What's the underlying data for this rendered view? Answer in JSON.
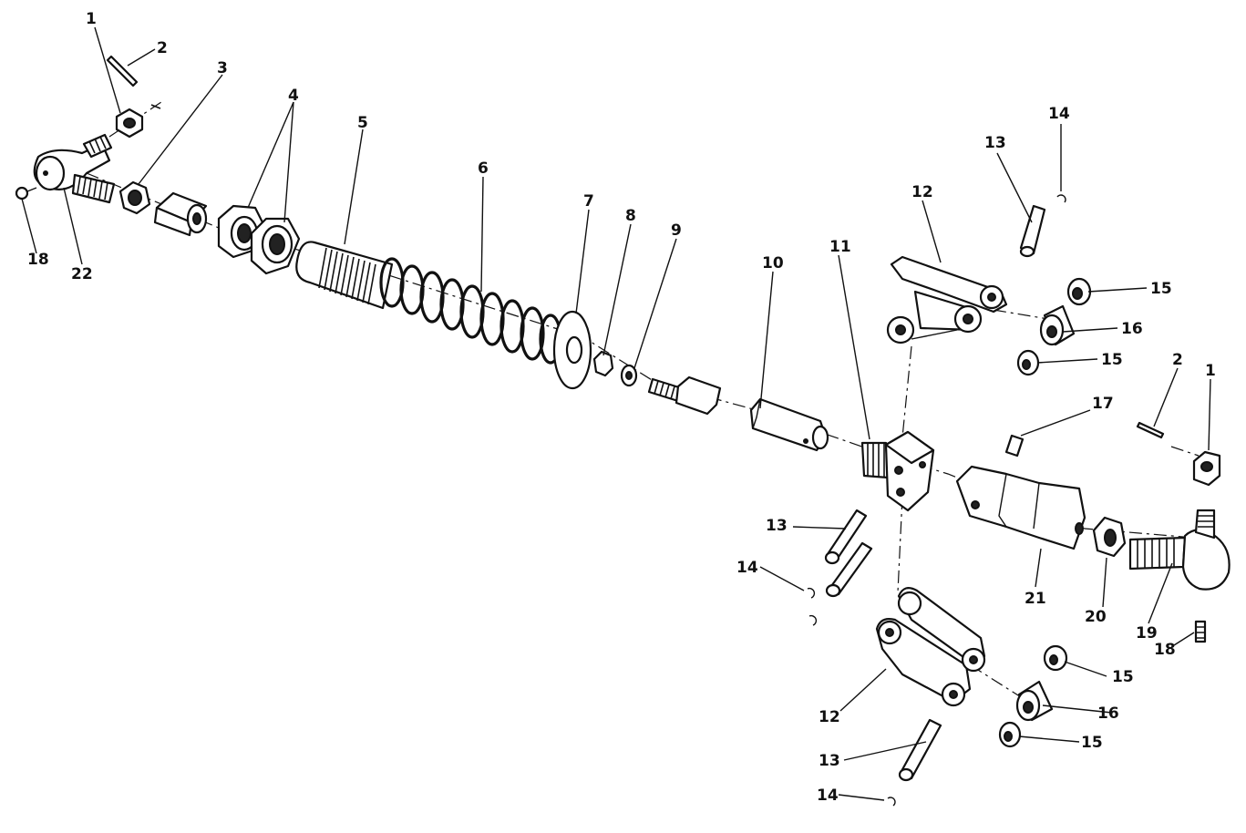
{
  "callouts": {
    "c1_top": "1",
    "c2_top": "2",
    "c3": "3",
    "c4": "4",
    "c5": "5",
    "c6": "6",
    "c7": "7",
    "c8": "8",
    "c9": "9",
    "c10": "10",
    "c11": "11",
    "c12_top": "12",
    "c13_top": "13",
    "c14_top": "14",
    "c15_a": "15",
    "c16_top": "16",
    "c15_b": "15",
    "c2_right": "2",
    "c1_right": "1",
    "c17": "17",
    "c13_mid": "13",
    "c14_mid": "14",
    "c21": "21",
    "c20": "20",
    "c19": "19",
    "c18_right": "18",
    "c18_left": "18",
    "c22": "22",
    "c12_bottom": "12",
    "c15_c": "15",
    "c16_bottom": "16",
    "c15_d": "15",
    "c13_bottom": "13",
    "c14_bottom": "14"
  }
}
